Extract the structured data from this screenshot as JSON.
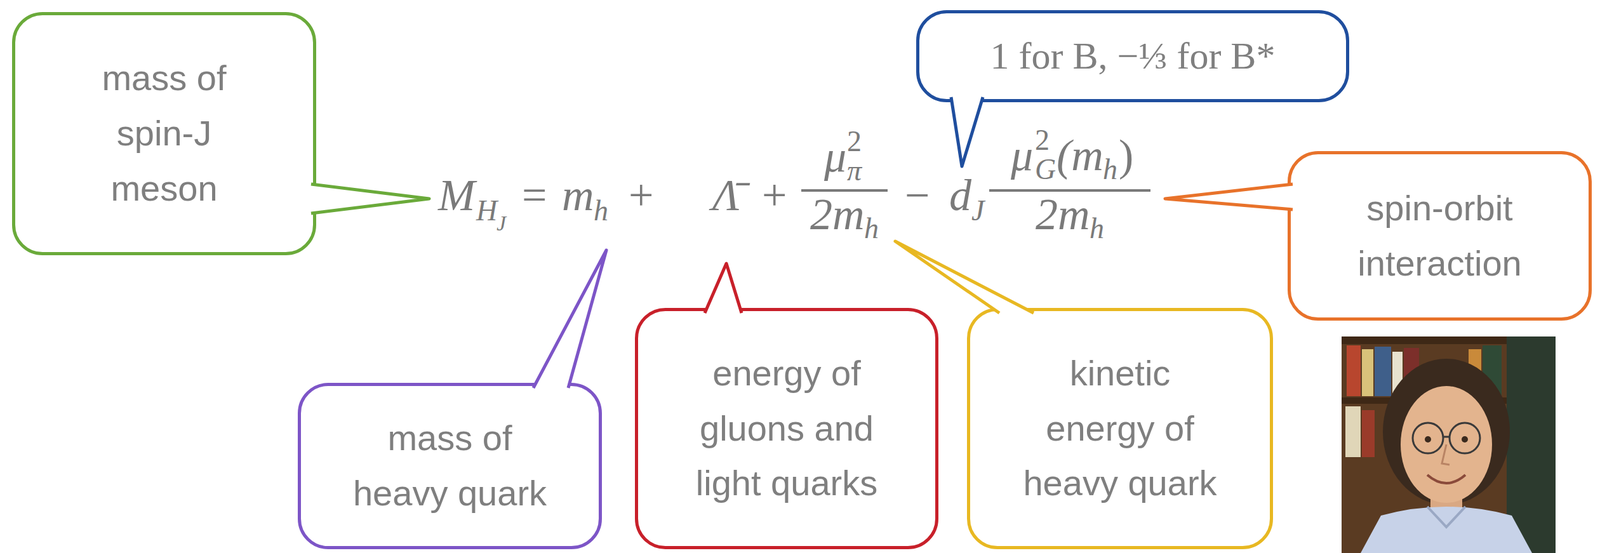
{
  "diagram": {
    "nodes": [
      {
        "text": [
          "mass of spin-J meson"
        ]
      },
      {
        "text": [
          "1 for B, −⅓ for B*"
        ]
      },
      {
        "text": [
          "spin-orbit interaction"
        ]
      },
      {
        "text": [
          "mass of heavy quark"
        ]
      },
      {
        "text": [
          "energy of gluons and light quarks"
        ]
      },
      {
        "text": [
          "kinetic energy of heavy quark"
        ]
      }
    ],
    "labels": [
      "M",
      "H",
      "J",
      "=",
      "m",
      "h",
      "+",
      "Λ̄",
      "+",
      "μ",
      "2",
      "π",
      "2m",
      "h",
      "−",
      "d",
      "J",
      "μ",
      "2",
      "G",
      "(m",
      "h",
      ")",
      "2m",
      "h"
    ]
  }
}
